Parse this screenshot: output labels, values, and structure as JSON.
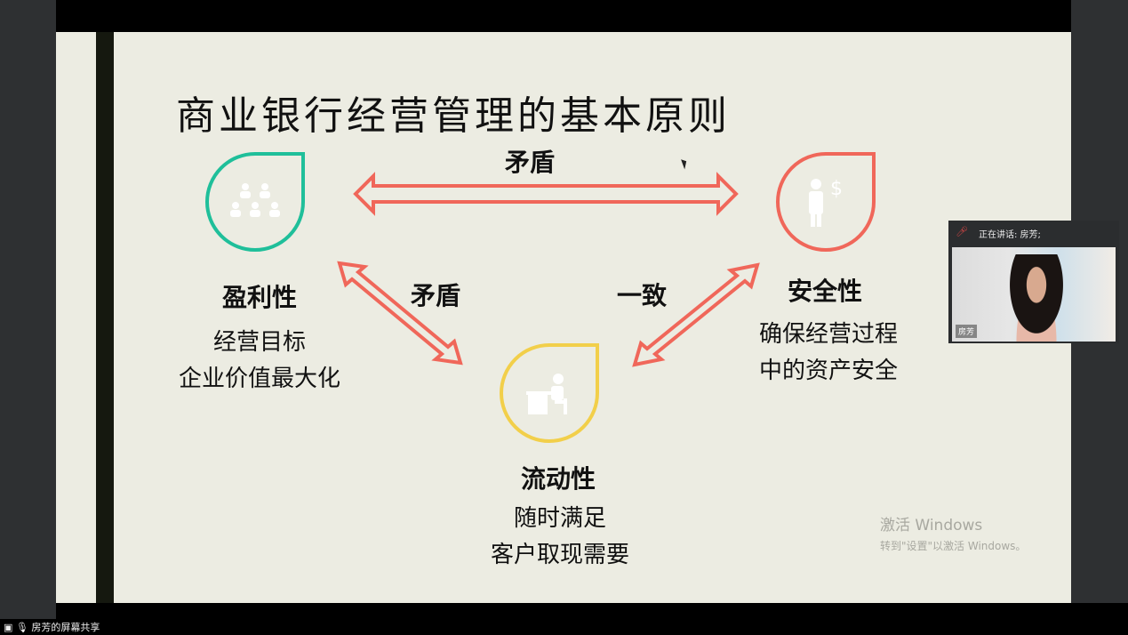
{
  "slide": {
    "title": "商业银行经营管理的基本原则",
    "principles": [
      {
        "name": "盈利性",
        "lines": [
          "经营目标",
          "企业价值最大化"
        ],
        "color": "#1fbf9a",
        "icon": "people-group-icon"
      },
      {
        "name": "安全性",
        "lines": [
          "确保经营过程",
          "中的资产安全"
        ],
        "color": "#f0675a",
        "icon": "businessman-dollar-icon"
      },
      {
        "name": "流动性",
        "lines": [
          "随时满足",
          "客户取现需要"
        ],
        "color": "#f2cf4a",
        "icon": "person-desk-icon"
      }
    ],
    "relations": {
      "profit_safety": "矛盾",
      "profit_liquidity": "矛盾",
      "safety_liquidity": "一致"
    },
    "arrow_color": "#f0675a"
  },
  "watermark": {
    "line1": "激活 Windows",
    "line2": "转到\"设置\"以激活 Windows。"
  },
  "meeting": {
    "speaking": "正在讲话: 房芳;",
    "participant": "房芳",
    "share_label": "房芳的屏幕共享"
  }
}
